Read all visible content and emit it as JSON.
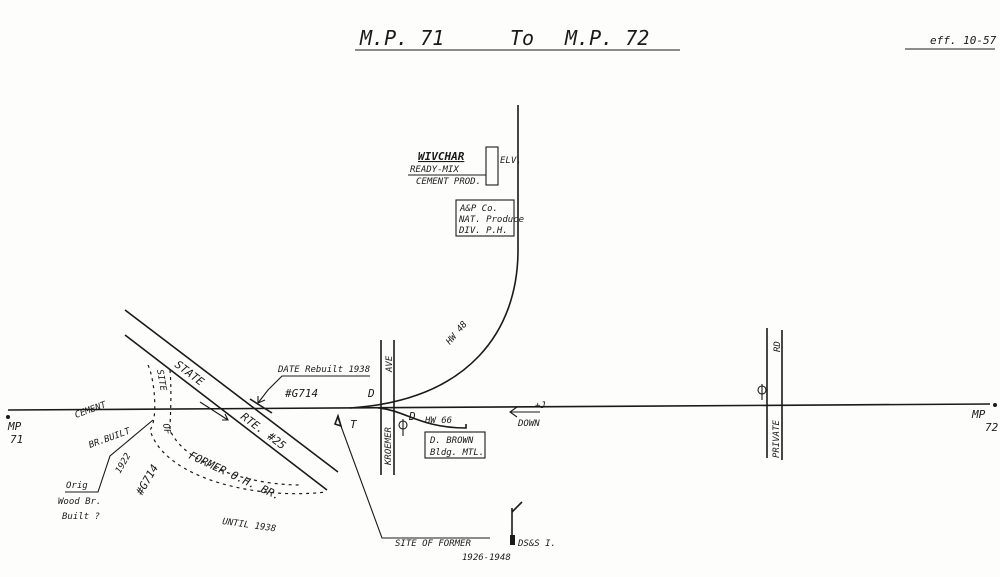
{
  "header": {
    "from": "M.P. 71",
    "to_word": "To",
    "to": "M.P. 72",
    "effective": "eff. 10-57"
  },
  "mileposts": {
    "left": [
      "MP",
      "71"
    ],
    "right": [
      "MP",
      "72"
    ]
  },
  "industries": {
    "wivchar": [
      "WIVCHAR",
      "READY-MIX",
      "CEMENT PROD."
    ],
    "elevator": "ELV.",
    "abp": [
      "A&P Co.",
      "NAT. Produce",
      "DIV. P.H."
    ],
    "d_brown": [
      "D. BROWN",
      "Bldg. MTL."
    ]
  },
  "tracks": {
    "spur_curve": "HW 48",
    "spur_low": "HW 66",
    "derail_1": "D",
    "derail_2": "D",
    "direction": "+J",
    "direction_word": "DOWN"
  },
  "roads": {
    "kroemer": [
      "KROEMER",
      "AVE"
    ],
    "private": [
      "PRIVATE",
      "RD"
    ],
    "state_rte": [
      "STATE",
      "RTE. #25"
    ]
  },
  "bridge_notes": {
    "date_rebuilt": "DATE Rebuilt 1938",
    "bridge_no": "#G714",
    "cement_br": [
      "CEMENT",
      "BR.BUILT",
      "1922"
    ],
    "bridge_no_2": "#G714",
    "orig": [
      "Orig",
      "Wood Br.",
      "Built ?"
    ],
    "site_of": [
      "SITE",
      "OF"
    ],
    "former": "FORMER O.H. BR.",
    "until": "UNTIL 1938"
  },
  "signal": {
    "t_label": "T",
    "site_former": "SITE OF FORMER",
    "ds": "DS&S I.",
    "years": "1926-1948"
  }
}
